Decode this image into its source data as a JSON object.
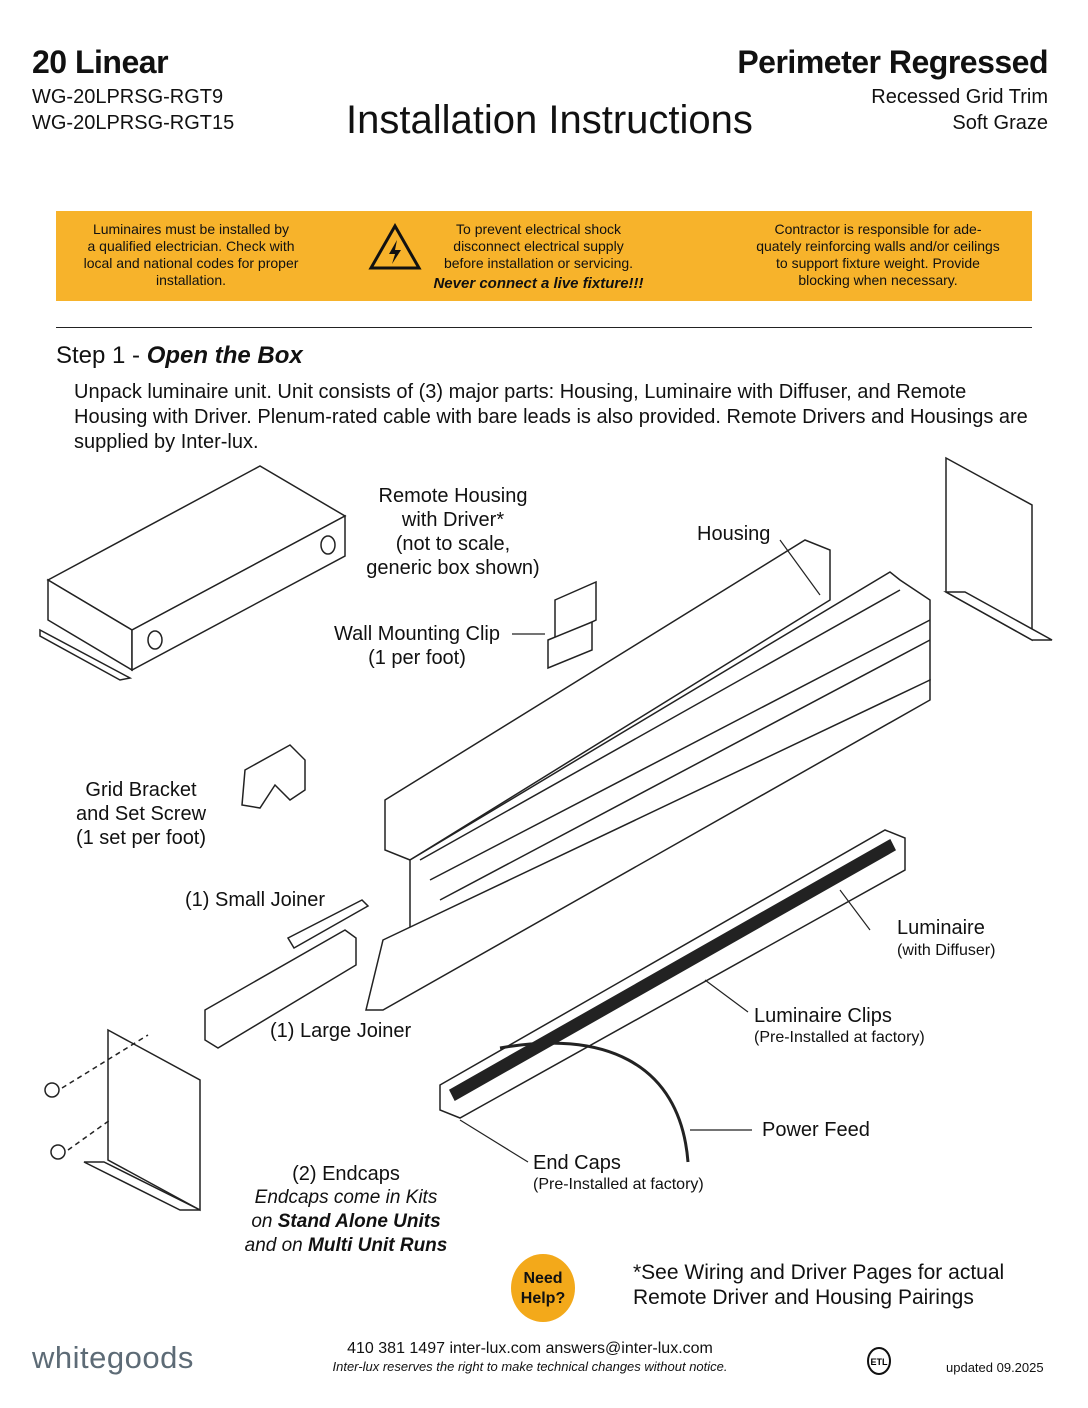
{
  "header": {
    "product": "20 Linear",
    "models": [
      "WG-20LPRSG-RGT9",
      "WG-20LPRSG-RGT15"
    ],
    "title": "Installation Instructions",
    "family": "Perimeter Regressed",
    "trim": "Recessed Grid Trim",
    "distribution": "Soft Graze"
  },
  "warning": {
    "left": [
      "Luminaires must be installed by",
      "a qualified electrician.  Check with",
      "local and national codes for proper",
      "installation."
    ],
    "center": [
      "To prevent electrical shock",
      "disconnect electrical supply",
      "before installation or servicing."
    ],
    "center_emphasis": "Never connect a live fixture!!!",
    "right": [
      "Contractor is responsible for ade-",
      "quately reinforcing walls and/or ceilings",
      "to support  fixture weight. Provide",
      "blocking when necessary."
    ],
    "color": "#f7b32b"
  },
  "step": {
    "prefix": "Step 1 - ",
    "name": "Open the Box",
    "text": "Unpack luminaire unit.  Unit consists of (3) major parts: Housing, Luminaire with Diffuser, and Remote Housing with Driver.  Plenum-rated cable with bare leads is also provided. Remote Drivers and Housings are supplied by Inter-lux."
  },
  "labels": {
    "remote": [
      "Remote Housing",
      "with Driver*",
      "(not to scale,",
      "generic box shown)"
    ],
    "housing": "Housing",
    "clip": [
      "Wall Mounting Clip",
      "(1 per foot)"
    ],
    "bracket": [
      "Grid Bracket",
      "and Set Screw",
      "(1 set per foot)"
    ],
    "small_joiner": "(1) Small Joiner",
    "large_joiner": "(1) Large Joiner",
    "luminaire": "Luminaire",
    "luminaire_sub": "(with Diffuser)",
    "lum_clips": "Luminaire Clips",
    "lum_clips_sub": "(Pre-Installed at factory)",
    "power": "Power Feed",
    "end_caps": "End Caps",
    "end_caps_sub": "(Pre-Installed at factory)",
    "endcaps": "(2) Endcaps",
    "endcaps_l1": "Endcaps come in Kits",
    "endcaps_l2a": "on ",
    "endcaps_l2b": "Stand Alone Units",
    "endcaps_l3a": "and on ",
    "endcaps_l3b": "Multi Unit Runs"
  },
  "help": [
    "Need",
    "Help?"
  ],
  "note": [
    "*See Wiring and Driver Pages for actual",
    "Remote Driver and Housing Pairings"
  ],
  "footer": {
    "brand": "whitegoods",
    "contact": "410 381 1497   inter-lux.com   answers@inter-lux.com",
    "notice": "Inter-lux reserves the right to make technical changes without notice.",
    "cert": "ETL",
    "updated": "updated  09.2025"
  }
}
